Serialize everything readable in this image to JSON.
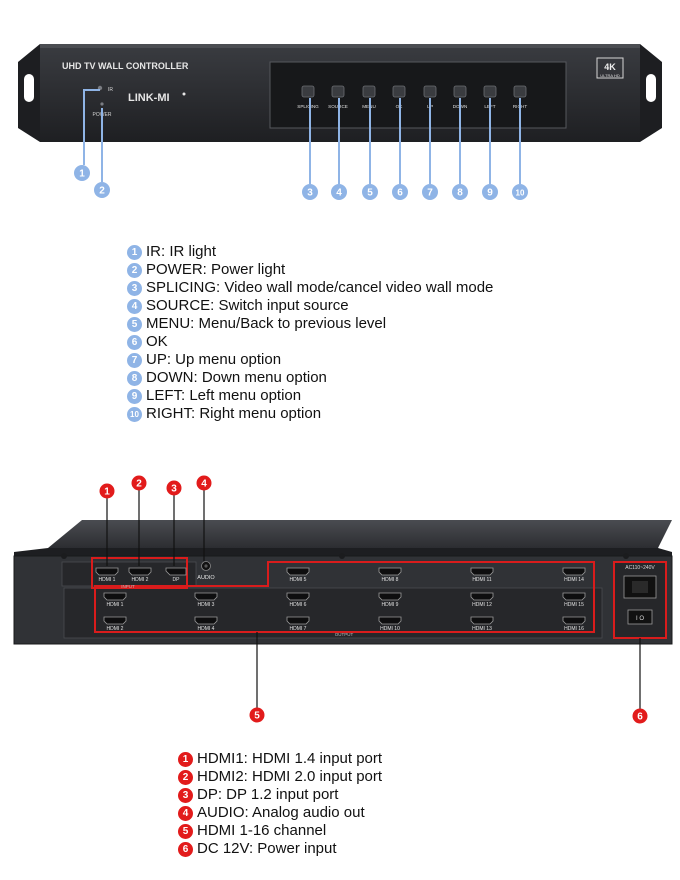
{
  "front": {
    "title": "UHD TV WALL CONTROLLER",
    "brand": "LINK-MI",
    "badge_4k": "4K",
    "badge_sub": "ULTRA HD",
    "ir_label": "IR",
    "power_label": "POWER",
    "buttons": [
      "SPLICING",
      "SOURCE",
      "MENU",
      "OK",
      "UP",
      "DOWN",
      "LEFT",
      "RIGHT"
    ],
    "callouts": [
      "1",
      "2",
      "3",
      "4",
      "5",
      "6",
      "7",
      "8",
      "9",
      "10"
    ]
  },
  "front_legend": [
    {
      "num": "1",
      "text": "IR: IR light"
    },
    {
      "num": "2",
      "text": "POWER: Power light"
    },
    {
      "num": "3",
      "text": "SPLICING: Video wall mode/cancel video wall mode"
    },
    {
      "num": "4",
      "text": "SOURCE: Switch input source"
    },
    {
      "num": "5",
      "text": "MENU: Menu/Back to previous level"
    },
    {
      "num": "6",
      "text": "OK"
    },
    {
      "num": "7",
      "text": "UP: Up menu option"
    },
    {
      "num": "8",
      "text": "DOWN: Down menu option"
    },
    {
      "num": "9",
      "text": "LEFT: Left menu option"
    },
    {
      "num": "10",
      "text": "RIGHT: Right menu option"
    }
  ],
  "rear": {
    "input_ports": [
      "HDMI 1",
      "HDMI 2",
      "DP"
    ],
    "input_label": "INPUT",
    "audio_label": "AUDIO",
    "output_label": "OUTPUT",
    "output_ports": [
      "HDMI 5",
      "HDMI 8",
      "HDMI 11",
      "HDMI 14",
      "HDMI 1",
      "HDMI 3",
      "HDMI 6",
      "HDMI 9",
      "HDMI 12",
      "HDMI 15",
      "HDMI 2",
      "HDMI 4",
      "HDMI 7",
      "HDMI 10",
      "HDMI 13",
      "HDMI 16"
    ],
    "power_label": "AC110~240V",
    "switch_label": "I O",
    "callouts": [
      "1",
      "2",
      "3",
      "4",
      "5",
      "6"
    ]
  },
  "rear_legend": [
    {
      "num": "1",
      "text": "HDMI1: HDMI 1.4 input port"
    },
    {
      "num": "2",
      "text": "HDMI2: HDMI 2.0 input port"
    },
    {
      "num": "3",
      "text": "DP: DP 1.2 input port"
    },
    {
      "num": "4",
      "text": "AUDIO: Analog audio out"
    },
    {
      "num": "5",
      "text": "HDMI 1-16 channel"
    },
    {
      "num": "6",
      "text": "DC 12V: Power input"
    }
  ],
  "colors": {
    "callout_blue": "#8fb4e6",
    "callout_red": "#e21b1b",
    "chassis": "#2b2d31"
  }
}
